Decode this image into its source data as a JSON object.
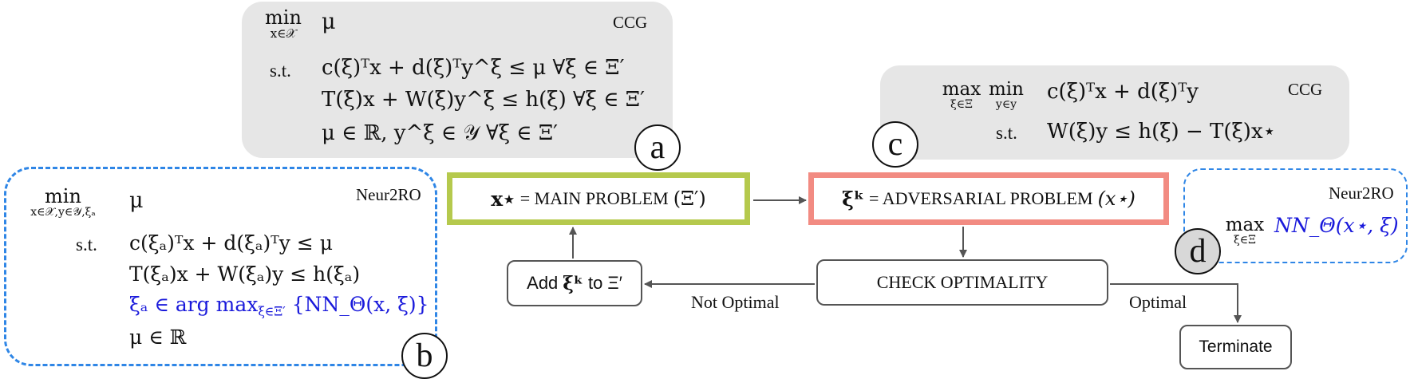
{
  "panel_a": {
    "tag": "CCG",
    "badge": "a",
    "obj_op": "min",
    "obj_sub": "x∈𝒳",
    "obj": "μ",
    "st": "s.t.",
    "c1": "c(ξ)ᵀx + d(ξ)ᵀy^ξ ≤ μ   ∀ξ ∈ Ξ′",
    "c2": "T(ξ)x + W(ξ)y^ξ ≤ h(ξ)   ∀ξ ∈ Ξ′",
    "c3": "μ ∈ ℝ, y^ξ ∈ 𝒴   ∀ξ ∈ Ξ′"
  },
  "panel_b": {
    "tag": "Neur2RO",
    "badge": "b",
    "obj_op": "min",
    "obj_sub": "x∈𝒳,y∈𝒴,ξₐ",
    "obj": "μ",
    "st": "s.t.",
    "c1": "c(ξₐ)ᵀx + d(ξₐ)ᵀy ≤ μ",
    "c2": "T(ξₐ)x + W(ξₐ)y ≤ h(ξₐ)",
    "c3_pre": "ξₐ ∈ arg max",
    "c3_sub": "ξ∈Ξ′",
    "c3_post": "{NN_Θ(x, ξ)}",
    "c4": "μ ∈ ℝ"
  },
  "panel_c": {
    "tag": "CCG",
    "badge": "c",
    "op1": "max",
    "op1_sub": "ξ∈Ξ",
    "op2": "min",
    "op2_sub": "y∈y",
    "obj": "c(ξ)ᵀx + d(ξ)ᵀy",
    "st": "s.t.",
    "c1": "W(ξ)y ≤ h(ξ) − T(ξ)x⋆"
  },
  "panel_d": {
    "tag": "Neur2RO",
    "badge": "d",
    "op": "max",
    "op_sub": "ξ∈Ξ",
    "obj": "NN_Θ(x⋆, ξ)"
  },
  "flow": {
    "main_lhs": "x⋆",
    "main_eq": "= MAIN PROBLEM",
    "main_arg": "(Ξ′)",
    "adv_lhs": "ξᵏ",
    "adv_eq": "= ADVERSARIAL PROBLEM",
    "adv_arg": "(x⋆)",
    "check": "CHECK OPTIMALITY",
    "add_pre": "Add",
    "add_xi": "ξᵏ",
    "add_post": "to Ξ′",
    "terminate": "Terminate",
    "not_optimal": "Not Optimal",
    "optimal": "Optimal"
  },
  "colors": {
    "main_border": "#b5c94d",
    "adv_border": "#f28b82",
    "neur_border": "#2f86e6",
    "blue_text": "#1a1adb",
    "gray_fill": "#e6e6e6",
    "arrow": "#555555"
  }
}
